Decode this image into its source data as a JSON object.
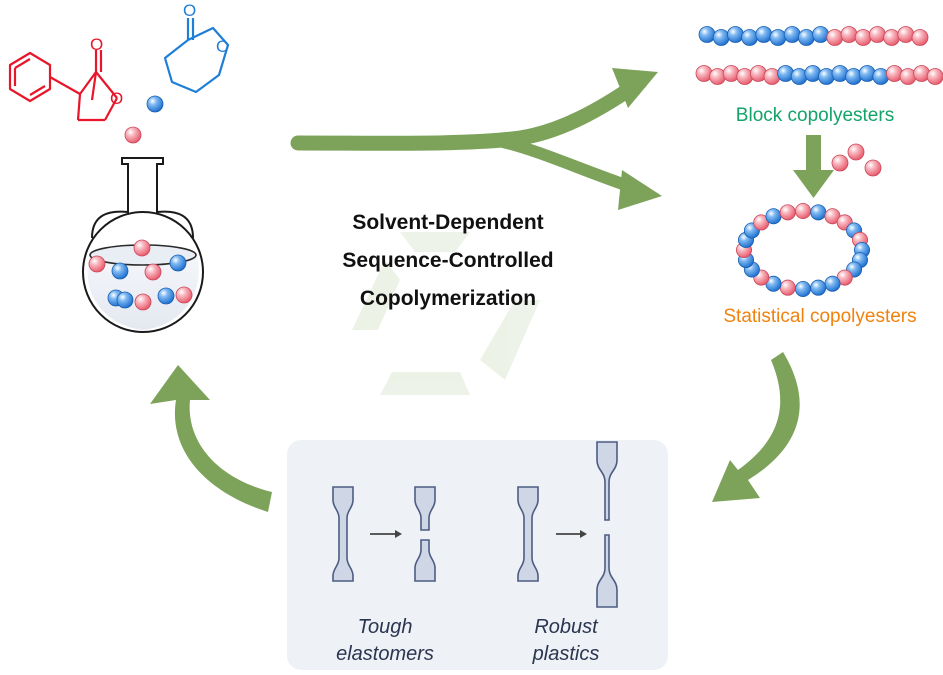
{
  "title_lines": [
    "Solvent-Dependent",
    "Sequence-Controlled",
    "Copolymerization"
  ],
  "labels": {
    "block": "Block copolyesters",
    "statistical": "Statistical copolyesters"
  },
  "applications": [
    {
      "lines": [
        "Tough",
        "elastomers"
      ]
    },
    {
      "lines": [
        "Robust",
        "plastics"
      ]
    }
  ],
  "colors": {
    "arrow": "#7da35a",
    "monomer_red": "#e8162a",
    "monomer_blue": "#1f7fd6",
    "bead_pink": "#f07888",
    "bead_blue": "#2e86e0",
    "block_label": "#14a36a",
    "statistical_label": "#f0820e",
    "specimen_fill": "#cfd6e6",
    "specimen_stroke": "#4d5d82",
    "panel_bg": "#eef1f6",
    "recycle": "#dfe9d5"
  },
  "block_chains": [
    [
      "b",
      "b",
      "b",
      "b",
      "b",
      "b",
      "b",
      "b",
      "b",
      "p",
      "p",
      "p",
      "p",
      "p",
      "p",
      "p"
    ],
    [
      "p",
      "p",
      "p",
      "p",
      "p",
      "p",
      "b",
      "b",
      "b",
      "b",
      "b",
      "b",
      "b",
      "b",
      "p",
      "p",
      "p",
      "p"
    ]
  ],
  "ring_beads": [
    "p",
    "b",
    "p",
    "p",
    "b",
    "p",
    "b",
    "b",
    "b",
    "p",
    "b",
    "b",
    "b",
    "p",
    "b",
    "p",
    "b",
    "b",
    "p",
    "b",
    "b",
    "p",
    "b",
    "p"
  ],
  "loose_beads": [
    "p",
    "p",
    "p"
  ],
  "flask_beads": [
    "p",
    "p",
    "p",
    "b",
    "b",
    "b",
    "b",
    "p",
    "p",
    "b"
  ]
}
